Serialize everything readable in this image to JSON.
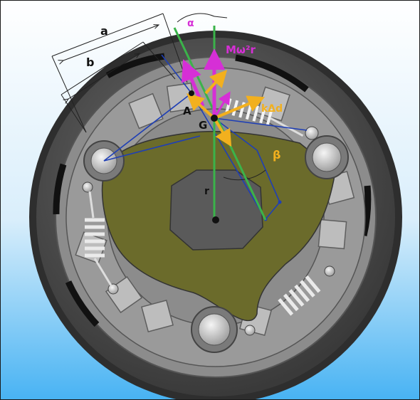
{
  "labels": {
    "dim_a": "a",
    "dim_b": "b",
    "alpha": "α",
    "beta": "β",
    "force_centrifugal": "Mω²r",
    "force_spring": "kΔd",
    "point_A": "A",
    "point_G": "G",
    "radius_r": "r"
  },
  "colors": {
    "background_top": "#ffffff",
    "background_bottom": "#48b3f3",
    "drum_outer": "#4a4a4a",
    "drum_rim": "#7a7a7a",
    "shoe_lining": "#8f8f8f",
    "shoe_plate": "#6b6b2b",
    "hub": "#5a5a5a",
    "green_line": "#3bb34a",
    "magenta_arrow": "#d62fd6",
    "orange_arrow": "#f2b01e",
    "blue_line": "#1f3fb5",
    "beta_label": "#f2b01e",
    "spring": "#e8e8e8"
  },
  "icons": {
    "return_spring": "coil-spring-icon",
    "pivot_pin": "pivot-pin-icon"
  }
}
